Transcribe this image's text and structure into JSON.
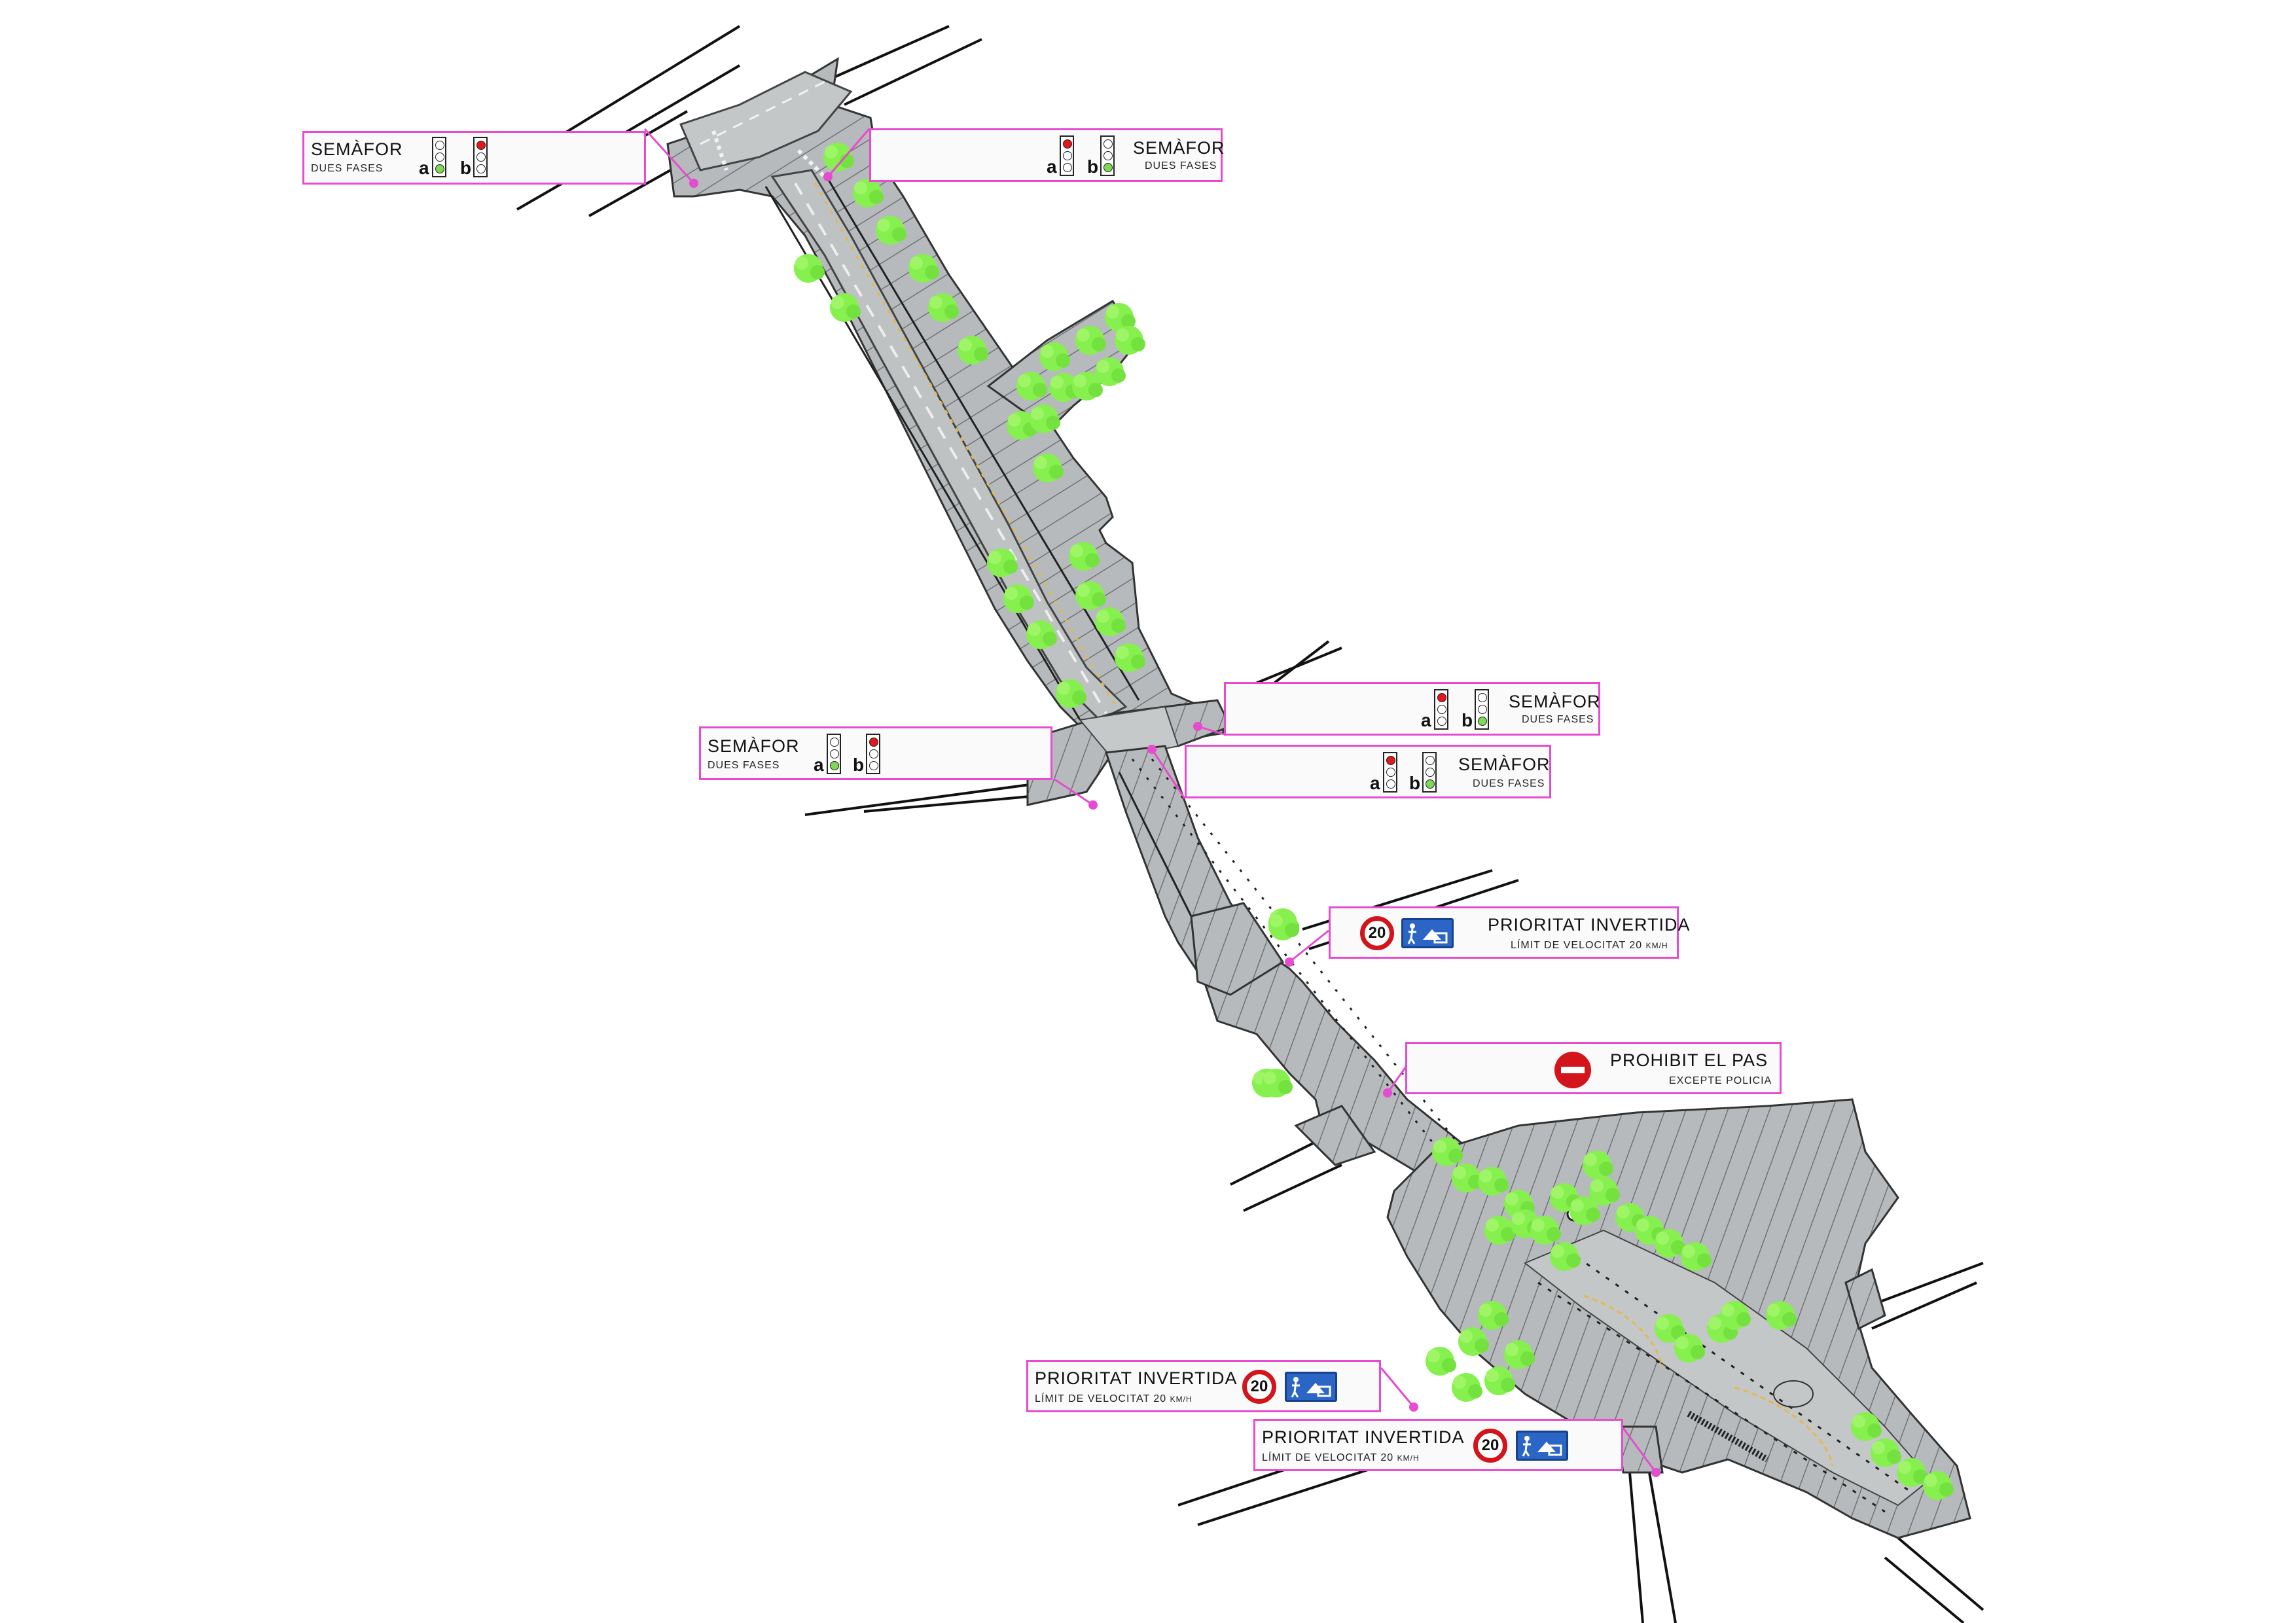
{
  "map": {
    "colors": {
      "street": "#bcbfc0",
      "sidewalk": "#b5b8ba",
      "tree": "#86f04e",
      "callout_border": "#e64bd0",
      "callout_fill": "#fafafa",
      "signal_red": "#e4161e",
      "signal_green": "#7ed957",
      "sign_red": "#d3141a",
      "sign_blue": "#2b66c7",
      "marking_yellow": "#e6b84a"
    },
    "icons": [
      "traffic-light-icon",
      "speed-limit-20-icon",
      "residential-zone-icon",
      "no-entry-icon",
      "tree-icon"
    ]
  },
  "callouts": {
    "semafor_nw": {
      "title": "SEMÀFOR",
      "sub": "DUES FASES",
      "a": "a",
      "b": "b"
    },
    "semafor_ne": {
      "title": "SEMÀFOR",
      "sub": "DUES FASES",
      "a": "a",
      "b": "b"
    },
    "semafor_mid_right": {
      "title": "SEMÀFOR",
      "sub": "DUES FASES",
      "a": "a",
      "b": "b"
    },
    "semafor_mid_left": {
      "title": "SEMÀFOR",
      "sub": "DUES FASES",
      "a": "a",
      "b": "b"
    },
    "semafor_mid_low": {
      "title": "SEMÀFOR",
      "sub": "DUES FASES",
      "a": "a",
      "b": "b"
    },
    "prioritat_1": {
      "title": "PRIORITAT INVERTIDA",
      "sub": "LÍMIT DE VELOCITAT 20",
      "unit": "KM/H",
      "speed": "20"
    },
    "prohibit": {
      "title": "PROHIBIT EL PAS",
      "sub": "EXCEPTE POLICIA"
    },
    "prioritat_2": {
      "title": "PRIORITAT INVERTIDA",
      "sub": "LÍMIT DE VELOCITAT 20",
      "unit": "KM/H",
      "speed": "20"
    },
    "prioritat_3": {
      "title": "PRIORITAT INVERTIDA",
      "sub": "LÍMIT DE VELOCITAT 20",
      "unit": "KM/H",
      "speed": "20"
    }
  }
}
